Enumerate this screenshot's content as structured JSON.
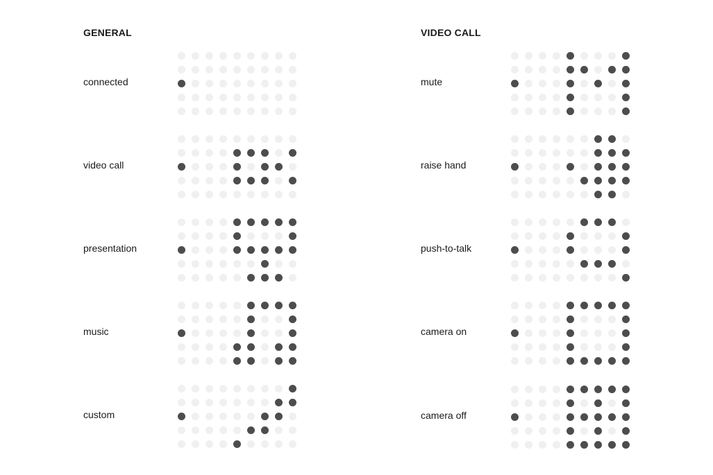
{
  "sections": [
    {
      "title": "GENERAL",
      "rows": [
        {
          "label": "connected",
          "pattern": [
            "000000000",
            "000000000",
            "100000000",
            "000000000",
            "000000000"
          ]
        },
        {
          "label": "video call",
          "pattern": [
            "000000000",
            "000011101",
            "100010110",
            "000011101",
            "000000000"
          ]
        },
        {
          "label": "presentation",
          "pattern": [
            "000011111",
            "000010001",
            "100011111",
            "000000100",
            "000001110"
          ]
        },
        {
          "label": "music",
          "pattern": [
            "000001111",
            "000001001",
            "100001001",
            "000011011",
            "000011011"
          ]
        },
        {
          "label": "custom",
          "pattern": [
            "000000001",
            "000000011",
            "100000110",
            "000001100",
            "000010000"
          ]
        }
      ]
    },
    {
      "title": "VIDEO CALL",
      "rows": [
        {
          "label": "mute",
          "pattern": [
            "000010001",
            "000011011",
            "100010101",
            "000010001",
            "000010001"
          ]
        },
        {
          "label": "raise hand",
          "pattern": [
            "000000110",
            "000000111",
            "100010111",
            "000001111",
            "000000110"
          ]
        },
        {
          "label": "push-to-talk",
          "pattern": [
            "000001110",
            "000010001",
            "100010001",
            "000001110",
            "000000001"
          ]
        },
        {
          "label": "camera on",
          "pattern": [
            "000011111",
            "000010001",
            "100010001",
            "000010001",
            "000011111"
          ]
        },
        {
          "label": "camera off",
          "pattern": [
            "000011111",
            "000010101",
            "100011111",
            "000010101",
            "000011111"
          ]
        }
      ]
    }
  ]
}
